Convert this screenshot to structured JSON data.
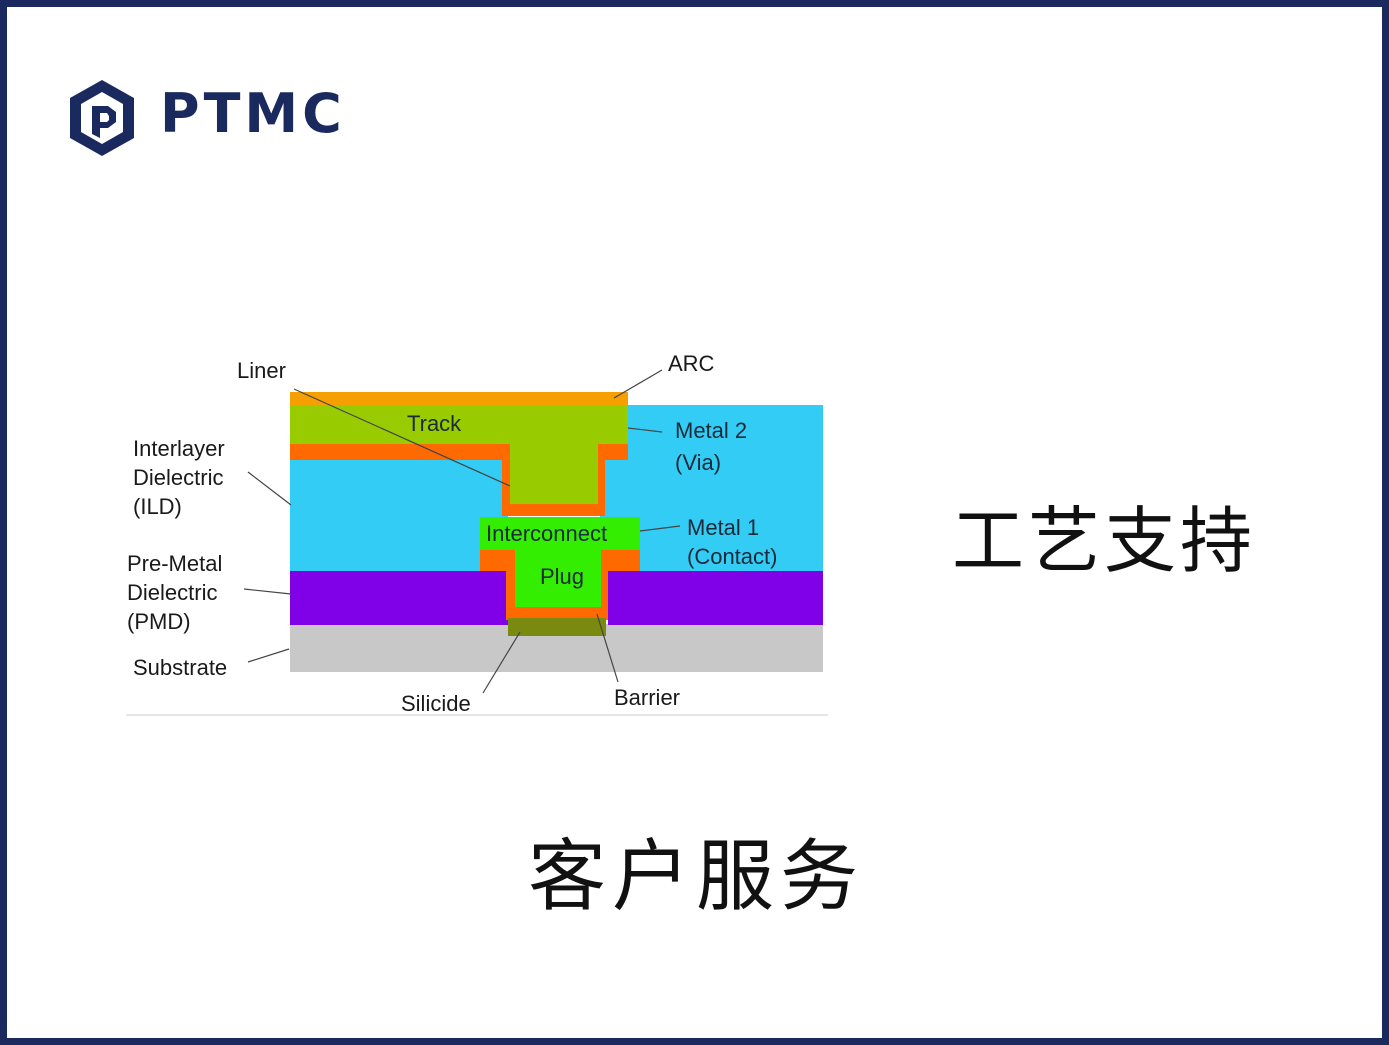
{
  "logo": {
    "text": "PTMC",
    "icon": "ptmc-hexagon-logo-icon",
    "color": "#1b2a5e"
  },
  "diagram": {
    "layers": {
      "arc": "#f5a000",
      "track": "#99cc00",
      "liner": "#ff6a00",
      "ild": "#33ccf5",
      "interconnect": "#33ee00",
      "pmd": "#8000e8",
      "substrate": "#c8c8c8",
      "silicide": "#7a8a10"
    },
    "labels": {
      "liner": "Liner",
      "arc": "ARC",
      "track": "Track",
      "metal2_line1": "Metal 2",
      "metal2_line2": "(Via)",
      "ild_line1": "Interlayer",
      "ild_line2": "Dielectric",
      "ild_line3": "(ILD)",
      "interconnect": "Interconnect",
      "metal1_line1": "Metal 1",
      "metal1_line2": "(Contact)",
      "plug": "Plug",
      "pmd_line1": "Pre-Metal",
      "pmd_line2": "Dielectric",
      "pmd_line3": "(PMD)",
      "substrate": "Substrate",
      "silicide": "Silicide",
      "barrier": "Barrier"
    }
  },
  "text": {
    "process_support": "工艺支持",
    "customer_service": "客户服务"
  }
}
